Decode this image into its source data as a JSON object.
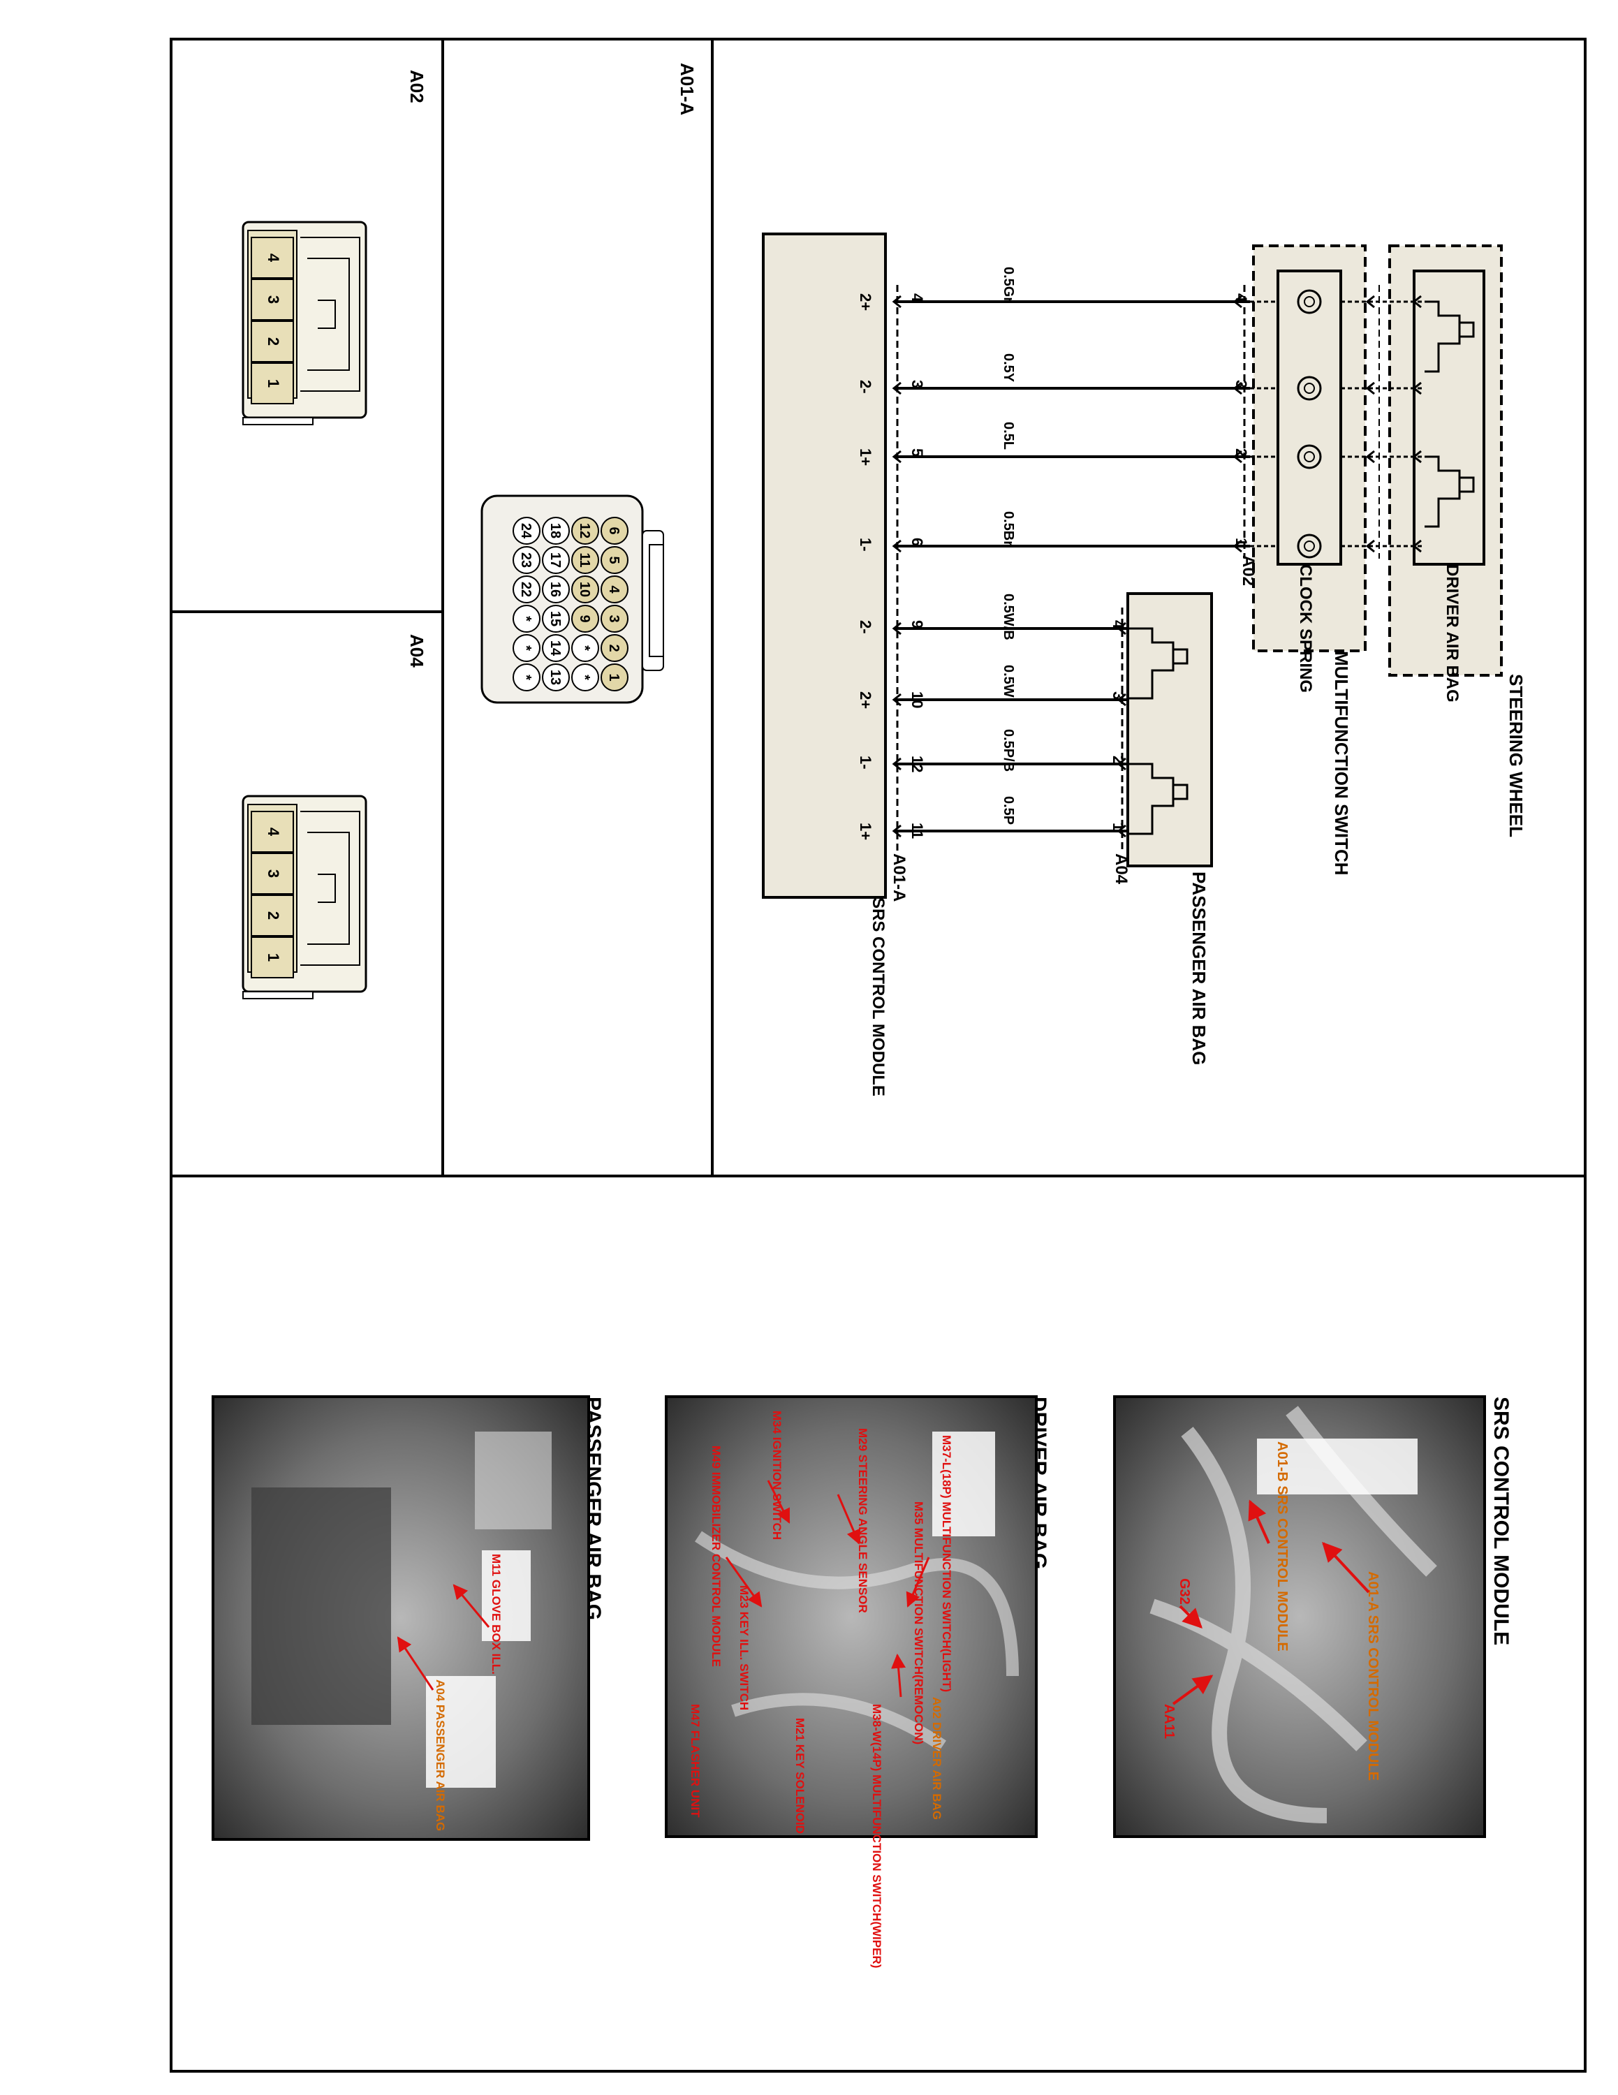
{
  "connectors": {
    "a02_header": "A02",
    "a01a_header": "A01-A",
    "a04_header": "A04",
    "a02_pins": [
      "4",
      "3",
      "2",
      "1"
    ],
    "a04_pins": [
      "4",
      "3",
      "2",
      "1"
    ],
    "a01a_rows": [
      [
        "6",
        "5",
        "4",
        "3",
        "2",
        "1"
      ],
      [
        "12",
        "11",
        "10",
        "9",
        "*",
        "*"
      ],
      [
        "18",
        "17",
        "16",
        "15",
        "14",
        "13"
      ],
      [
        "24",
        "23",
        "22",
        "*",
        "*",
        "*"
      ]
    ]
  },
  "schematic": {
    "steering_wheel": "STEERING WHEEL",
    "driver_air_bag": "DRIVER AIR BAG",
    "clock_spring": "CLOCK SPRING",
    "multifunction_switch": "MULTIFUNCTION SWITCH",
    "passenger_air_bag": "PASSENGER AIR BAG",
    "srs_control_module": "SRS CONTROL MODULE",
    "a02_label": "A02",
    "a04_label": "A04",
    "a01a_label": "A01-A",
    "driver_wires": [
      {
        "end_pin": "4",
        "color": "0.5Gr",
        "module_pin": "4",
        "signal": "2+"
      },
      {
        "end_pin": "3",
        "color": "0.5Y",
        "module_pin": "3",
        "signal": "2-"
      },
      {
        "end_pin": "2",
        "color": "0.5L",
        "module_pin": "5",
        "signal": "1+"
      },
      {
        "end_pin": "1",
        "color": "0.5Br",
        "module_pin": "6",
        "signal": "1-"
      }
    ],
    "passenger_wires": [
      {
        "end_pin": "4",
        "color": "0.5W/B",
        "module_pin": "9",
        "signal": "2-"
      },
      {
        "end_pin": "3",
        "color": "0.5W",
        "module_pin": "10",
        "signal": "2+"
      },
      {
        "end_pin": "2",
        "color": "0.5P/B",
        "module_pin": "12",
        "signal": "1-"
      },
      {
        "end_pin": "1",
        "color": "0.5P",
        "module_pin": "11",
        "signal": "1+"
      }
    ]
  },
  "photos": {
    "srs_title": "SRS CONTROL MODULE",
    "driver_title": "DRIVER AIR BAG",
    "passenger_title": "PASSENGER AIR BAG",
    "srs_callouts": {
      "a01b": "A01-B SRS CONTROL MODULE",
      "a01a": "A01-A SRS CONTROL MODULE",
      "g32": "G32",
      "aa11": "AA11"
    },
    "driver_callouts": {
      "m37": "M37-L(18P) MULTIFUNCTION SWITCH(LIGHT)",
      "m35": "M35 MULTIFUNCTION SWITCH(REMOCON)",
      "m34": "M34 IGNITION SWITCH",
      "m29": "M29 STEERING ANGLE SENSOR",
      "m49": "M49 IMMOBILIZER CONTROL MODULE",
      "m23": "M23 KEY ILL. SWITCH",
      "m47": "M47 FLASHER UNIT",
      "m21": "M21 KEY SOLENOID",
      "m38": "M38-W(14P) MULTIFUNCTION SWITCH(WIPER)",
      "a02": "A02 DRIVER AIR BAG"
    },
    "passenger_callouts": {
      "m11": "M11 GLOVE BOX ILL.",
      "a04": "A04 PASSENGER AIR BAG"
    }
  }
}
